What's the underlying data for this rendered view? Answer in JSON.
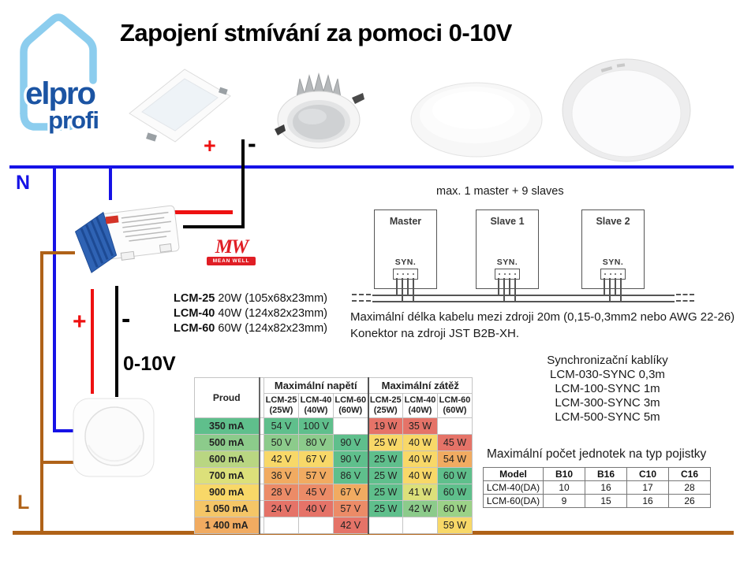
{
  "title": "Zapojení stmívání za pomoci 0-10V",
  "logo": {
    "word1": "elpro",
    "word2": "profi"
  },
  "labels": {
    "n": "N",
    "l": "L",
    "plus_top": "+",
    "minus_top": "-",
    "plus_mid": "+",
    "minus_mid": "-",
    "dim": "0-10V"
  },
  "colors": {
    "blue_wire": "#1612E6",
    "brown_wire": "#AF6218",
    "red_wire": "#EE1111",
    "black_wire": "#000000",
    "logo_light": "#8CCDEE",
    "logo_dark": "#1B54A3",
    "mw_red": "#E01E25"
  },
  "driver_info": {
    "mw": "MW",
    "mw_sub": "MEAN WELL",
    "models": [
      {
        "name": "LCM-25",
        "spec": "20W (105x68x23mm)"
      },
      {
        "name": "LCM-40",
        "spec": "40W (124x82x23mm)"
      },
      {
        "name": "LCM-60",
        "spec": "60W (124x82x23mm)"
      }
    ]
  },
  "sync_diagram": {
    "caption": "max. 1 master + 9 slaves",
    "units": [
      "Master",
      "Slave 1",
      "Slave 2"
    ],
    "port_label": "SYN.",
    "note1": "Maximální délka kabelu mezi zdroji 20m (0,15-0,3mm2 nebo AWG 22-26)",
    "note2": "Konektor na zdroji JST B2B-XH."
  },
  "sync_cables": {
    "title": "Synchronizační kablíky",
    "items": [
      "LCM-030-SYNC 0,3m",
      "LCM-100-SYNC 1m",
      "LCM-300-SYNC 3m",
      "LCM-500-SYNC 5m"
    ]
  },
  "chart_data": [
    {
      "type": "table",
      "title": "LCM driver ratings",
      "corner_header": "Proud",
      "group_headers": [
        "Maximální napětí",
        "Maximální zátěž"
      ],
      "sub_headers": [
        [
          "LCM-25",
          "(25W)"
        ],
        [
          "LCM-40",
          "(40W)"
        ],
        [
          "LCM-60",
          "(60W)"
        ],
        [
          "LCM-25",
          "(25W)"
        ],
        [
          "LCM-40",
          "(40W)"
        ],
        [
          "LCM-60",
          "(60W)"
        ]
      ],
      "palette": {
        "g": "#5FBF8C",
        "lg": "#8CCB8B",
        "lg2": "#9BD287",
        "lm": "#B9D682",
        "ly": "#DCE07A",
        "y": "#F8D868",
        "yo": "#F5C667",
        "o": "#F1AB61",
        "s": "#EC8B67",
        "r": "#E57368",
        "w": "#FFFFFF"
      },
      "rows": [
        {
          "label": "350 mA",
          "lc": "g",
          "cells": [
            [
              "54 V",
              "g"
            ],
            [
              "100 V",
              "g"
            ],
            [
              "",
              "w"
            ],
            [
              "19 W",
              "r"
            ],
            [
              "35 W",
              "r"
            ],
            [
              "",
              "w"
            ]
          ]
        },
        {
          "label": "500 mA",
          "lc": "lg",
          "cells": [
            [
              "50 V",
              "lg"
            ],
            [
              "80 V",
              "lg"
            ],
            [
              "90 V",
              "g"
            ],
            [
              "25 W",
              "y"
            ],
            [
              "40 W",
              "y"
            ],
            [
              "45 W",
              "r"
            ]
          ]
        },
        {
          "label": "600 mA",
          "lc": "lm",
          "cells": [
            [
              "42 V",
              "y"
            ],
            [
              "67 V",
              "y"
            ],
            [
              "90 V",
              "g"
            ],
            [
              "25 W",
              "g"
            ],
            [
              "40 W",
              "y"
            ],
            [
              "54 W",
              "o"
            ]
          ]
        },
        {
          "label": "700 mA",
          "lc": "ly",
          "cells": [
            [
              "36 V",
              "o"
            ],
            [
              "57 V",
              "o"
            ],
            [
              "86 V",
              "g"
            ],
            [
              "25 W",
              "g"
            ],
            [
              "40 W",
              "y"
            ],
            [
              "60 W",
              "g"
            ]
          ]
        },
        {
          "label": "900 mA",
          "lc": "y",
          "cells": [
            [
              "28 V",
              "s"
            ],
            [
              "45 V",
              "s"
            ],
            [
              "67 V",
              "o"
            ],
            [
              "25 W",
              "g"
            ],
            [
              "41 W",
              "ly"
            ],
            [
              "60 W",
              "g"
            ]
          ]
        },
        {
          "label": "1 050 mA",
          "lc": "yo",
          "cells": [
            [
              "24 V",
              "r"
            ],
            [
              "40 V",
              "r"
            ],
            [
              "57 V",
              "s"
            ],
            [
              "25 W",
              "g"
            ],
            [
              "42 W",
              "lg"
            ],
            [
              "60 W",
              "lg2"
            ]
          ]
        },
        {
          "label": "1 400 mA",
          "lc": "o",
          "cells": [
            [
              "",
              "w"
            ],
            [
              "",
              "w"
            ],
            [
              "42 V",
              "r"
            ],
            [
              "",
              "w"
            ],
            [
              "",
              "w"
            ],
            [
              "59 W",
              "y"
            ]
          ]
        }
      ]
    },
    {
      "type": "table",
      "title": "Maximální počet jednotek na typ pojistky",
      "headers": [
        "Model",
        "B10",
        "B16",
        "C10",
        "C16"
      ],
      "rows": [
        [
          "LCM-40(DA)",
          "10",
          "16",
          "17",
          "28"
        ],
        [
          "LCM-60(DA)",
          "9",
          "15",
          "16",
          "26"
        ]
      ]
    }
  ]
}
